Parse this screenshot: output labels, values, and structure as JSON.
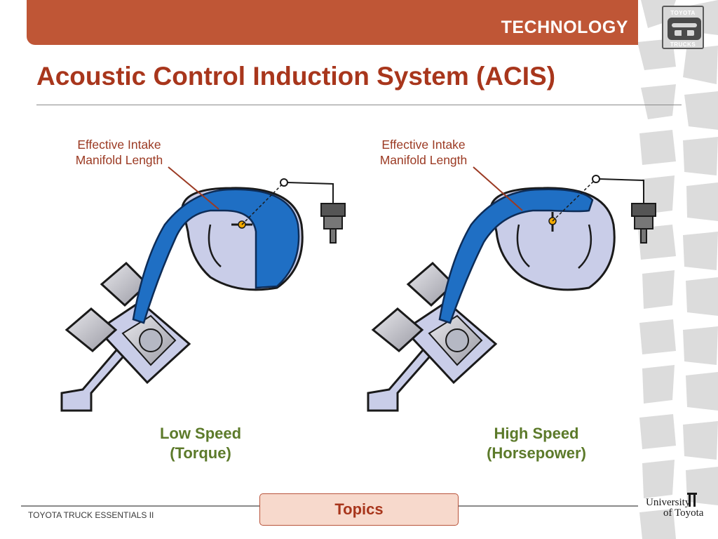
{
  "header": {
    "section": "TECHNOLOGY",
    "brand_badge": {
      "top": "TOYOTA",
      "bottom": "TRUCKS"
    }
  },
  "title": "Acoustic Control Induction System (ACIS)",
  "diagrams": [
    {
      "callout": {
        "line1": "Effective Intake",
        "line2": "Manifold Length"
      },
      "caption": {
        "line1": "Low Speed",
        "line2": "(Torque)"
      },
      "valve_state": "closed"
    },
    {
      "callout": {
        "line1": "Effective Intake",
        "line2": "Manifold Length"
      },
      "caption": {
        "line1": "High Speed",
        "line2": "(Horsepower)"
      },
      "valve_state": "open"
    }
  ],
  "colors": {
    "header_bar": "#bf5636",
    "title": "#a8361c",
    "intake_blue": "#1f6fc4",
    "chamber_lavender": "#c9cde8",
    "caption_green": "#5c7a2a",
    "callout": "#9b3a23"
  },
  "footer": {
    "course": "TOYOTA TRUCK ESSENTIALS II",
    "topics_label": "Topics",
    "university": {
      "line1": "University",
      "line2": "of Toyota"
    }
  }
}
